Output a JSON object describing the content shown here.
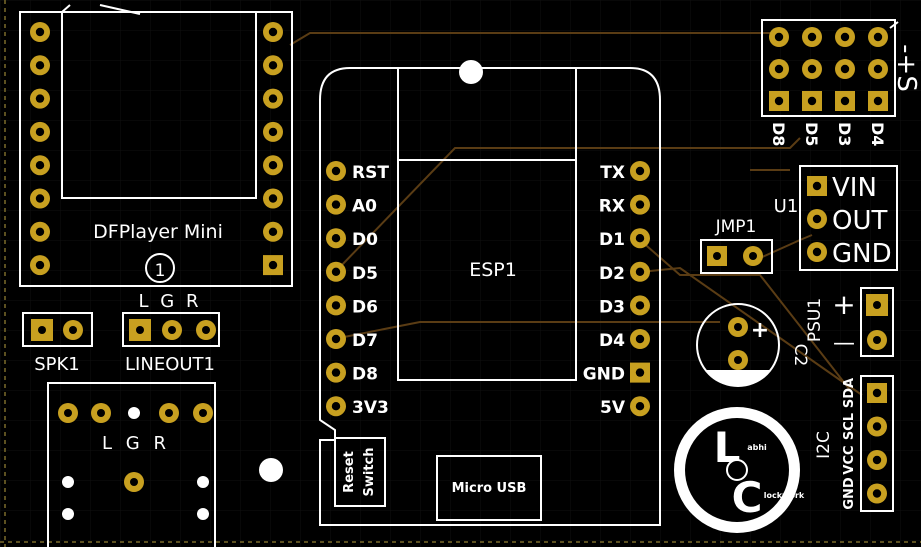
{
  "colors": {
    "background": "#000000",
    "silkscreen": "#ffffff",
    "copper": "#c8a020",
    "trace": "#5a3c14",
    "border": "#7a6a2a"
  },
  "dfplayer": {
    "name": "DFPlayer Mini",
    "pin1_marker": "1"
  },
  "speaker": {
    "name": "SPK1"
  },
  "lineout": {
    "name": "LINEOUT1",
    "channels": "L G R"
  },
  "jack": {
    "channels": "L G R"
  },
  "esp": {
    "name": "ESP1",
    "left_pins": [
      "RST",
      "A0",
      "D0",
      "D5",
      "D6",
      "D7",
      "D8",
      "3V3"
    ],
    "right_pins": [
      "TX",
      "RX",
      "D1",
      "D2",
      "D3",
      "D4",
      "GND",
      "5V"
    ],
    "reset_label_1": "Reset",
    "reset_label_2": "Switch",
    "usb_label": "Micro USB"
  },
  "header": {
    "columns": [
      "D8",
      "D5",
      "D3",
      "D4"
    ],
    "side_label": "-+S"
  },
  "regulator": {
    "name": "U1",
    "pins": [
      "VIN",
      "OUT",
      "GND"
    ]
  },
  "jumper": {
    "name": "JMP1"
  },
  "psu": {
    "name": "PSU1",
    "plus": "+",
    "minus": "—"
  },
  "capacitor": {
    "name": "C2",
    "plus": "+"
  },
  "i2c": {
    "name": "I2C",
    "pins": [
      "SDA",
      "SCL",
      "VCC",
      "GND"
    ]
  },
  "logo": {
    "letter_1": "L",
    "letter_2": "C",
    "text_1": "abhi",
    "text_2": "lockwork"
  }
}
